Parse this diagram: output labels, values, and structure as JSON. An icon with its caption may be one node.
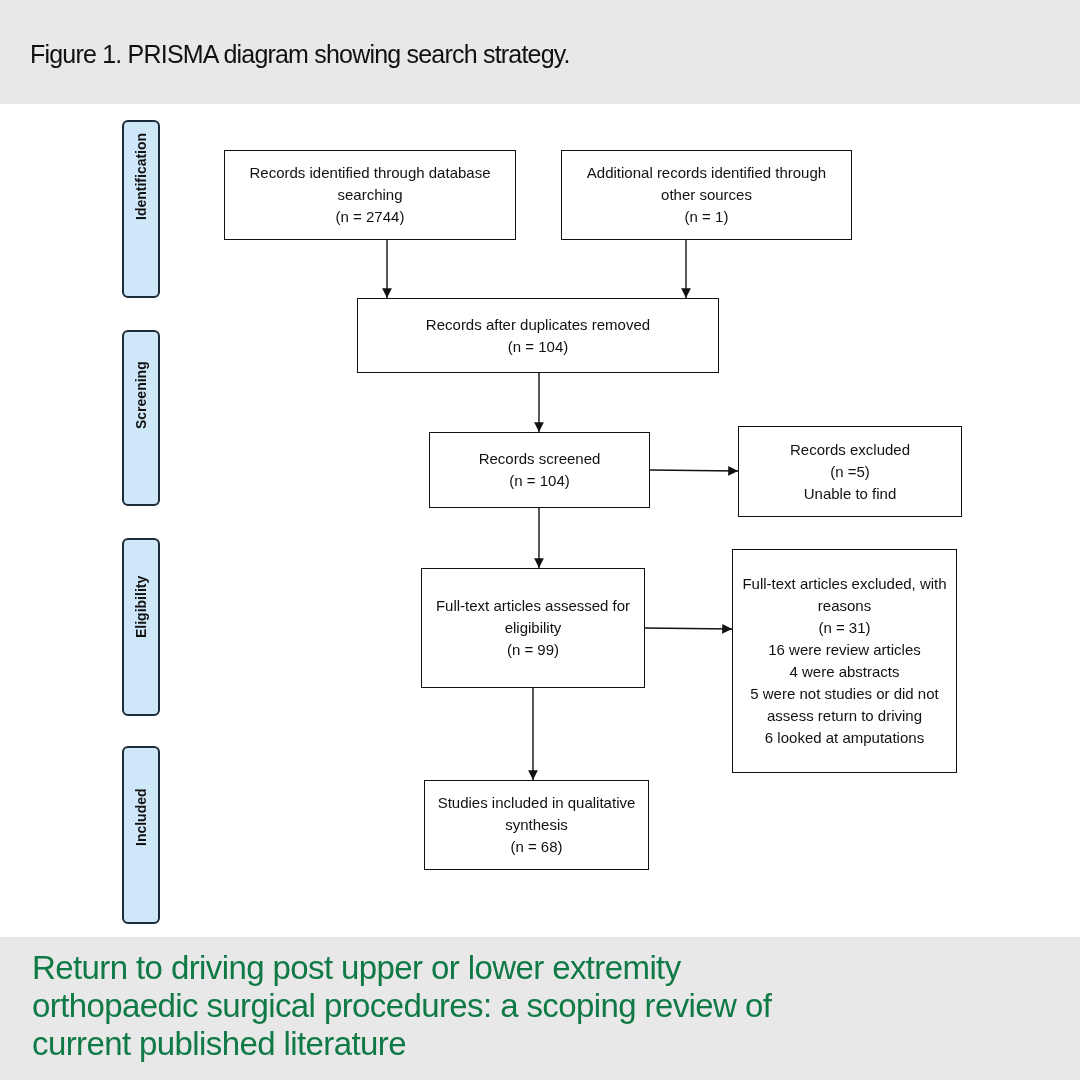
{
  "diagram": {
    "title": "Figure 1. PRISMA diagram showing search strategy.",
    "caption": "Return to driving post upper or lower extremity orthopaedic surgical procedures: a scoping review of current published literature",
    "nodes": [
      {
        "text": [
          "Identification"
        ]
      },
      {
        "text": [
          "Screening"
        ]
      },
      {
        "text": [
          "Eligibility"
        ]
      },
      {
        "text": [
          "Included"
        ]
      },
      {
        "text": [
          "Records identified through database searching",
          "(n = 2744)"
        ]
      },
      {
        "text": [
          "Additional records identified through other sources",
          "(n = 1)"
        ]
      },
      {
        "text": [
          "Records after duplicates removed",
          "(n = 104)"
        ]
      },
      {
        "text": [
          "Records screened",
          "(n = 104)"
        ]
      },
      {
        "text": [
          "Records excluded",
          "(n =5)",
          "Unable to find"
        ]
      },
      {
        "text": [
          "Full-text articles assessed for eligibility",
          "(n = 99)"
        ]
      },
      {
        "text": [
          "Full-text articles excluded, with reasons",
          "(n = 31)",
          "16 were review articles",
          "4 were abstracts",
          "5 were not studies or did not assess return to driving",
          "6 looked at amputations"
        ]
      },
      {
        "text": [
          "Studies included in qualitative synthesis",
          "(n = 68)"
        ]
      }
    ],
    "edges": [
      {
        "from": 4,
        "to": 6,
        "arrow": "to"
      },
      {
        "from": 5,
        "to": 6,
        "arrow": "to"
      },
      {
        "from": 6,
        "to": 7,
        "arrow": "to"
      },
      {
        "from": 7,
        "to": 8,
        "arrow": "to"
      },
      {
        "from": 7,
        "to": 9,
        "arrow": "to"
      },
      {
        "from": 9,
        "to": 10,
        "arrow": "to"
      },
      {
        "from": 9,
        "to": 11,
        "arrow": "to"
      }
    ]
  }
}
